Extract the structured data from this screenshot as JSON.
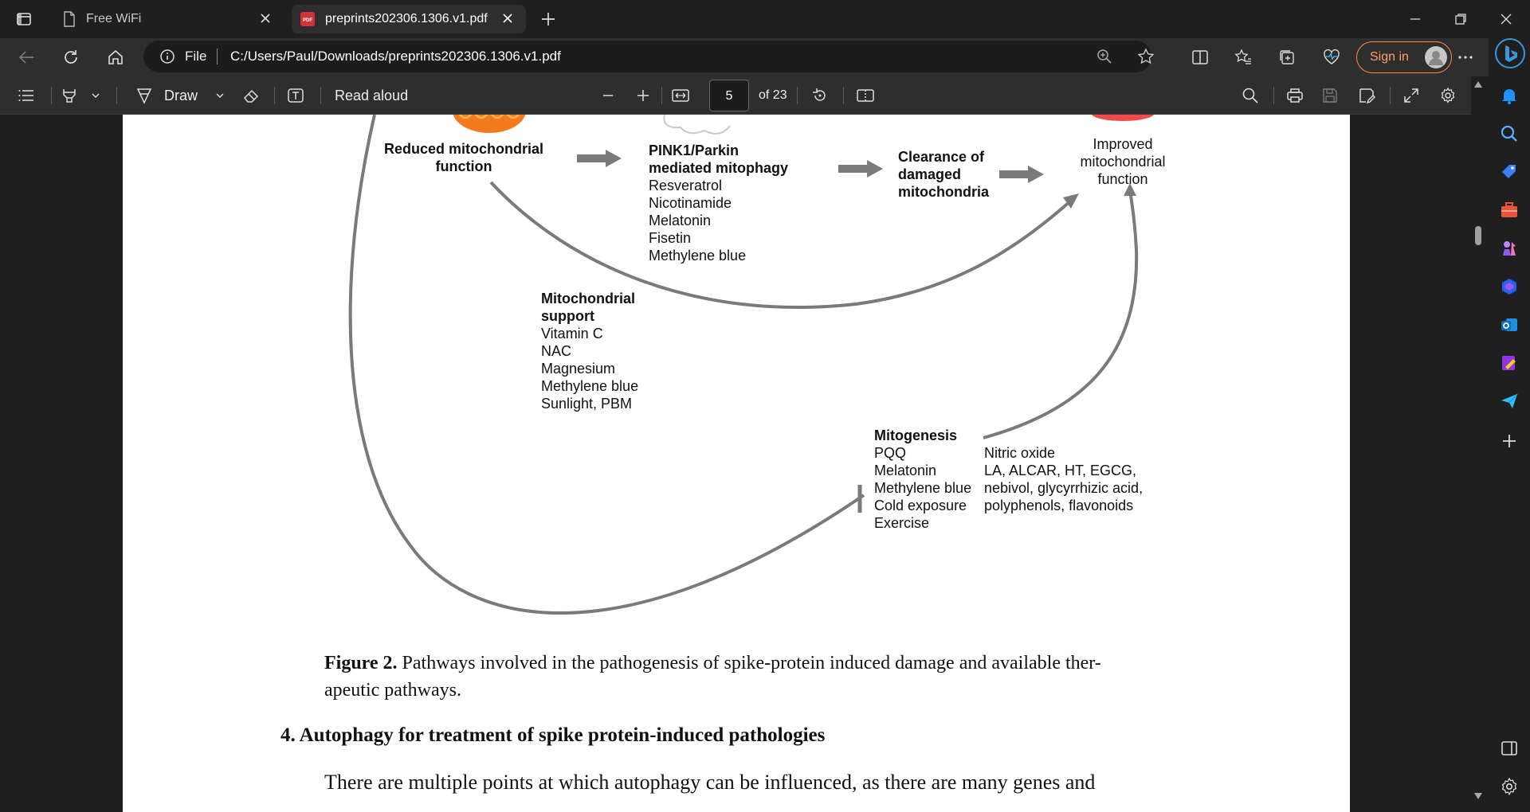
{
  "browser": {
    "tabs": [
      {
        "title": "Free WiFi"
      },
      {
        "title": "preprints202306.1306.v1.pdf"
      }
    ],
    "address": {
      "scheme_label": "File",
      "url": "C:/Users/Paul/Downloads/preprints202306.1306.v1.pdf"
    },
    "sign_in_label": "Sign in"
  },
  "pdf_toolbar": {
    "draw_label": "Draw",
    "read_aloud_label": "Read aloud",
    "page_number": "5",
    "page_total": "of 23"
  },
  "figure": {
    "reduced": [
      "Reduced mitochondrial",
      "function"
    ],
    "pink_title": [
      "PINK1/Parkin",
      "mediated mitophagy"
    ],
    "pink_items": [
      "Resveratrol",
      "Nicotinamide",
      "Melatonin",
      "Fisetin",
      "Methylene blue"
    ],
    "clearance": [
      "Clearance of",
      "damaged",
      "mitochondria"
    ],
    "improved": [
      "Improved",
      "mitochondrial",
      "function"
    ],
    "support_title": [
      "Mitochondrial",
      "support"
    ],
    "support_items": [
      "Vitamin C",
      "NAC",
      "Magnesium",
      "Methylene blue",
      "Sunlight, PBM"
    ],
    "mitogenesis_title": "Mitogenesis",
    "mitogenesis_items": [
      "PQQ",
      "Melatonin",
      "Methylene blue",
      "Cold exposure",
      "Exercise"
    ],
    "nitric_items": [
      "Nitric oxide",
      "LA, ALCAR, HT, EGCG,",
      "nebivol, glycyrrhizic acid,",
      "polyphenols, flavonoids"
    ]
  },
  "document": {
    "caption_label": "Figure 2.",
    "caption_line1": "Pathways involved in the pathogenesis of spike-protein induced damage and available ther-",
    "caption_line2": "apeutic pathways.",
    "section_heading": "4. Autophagy for treatment of spike protein-induced pathologies",
    "paragraph_line1": "There are multiple points at which autophagy can be influenced, as there are many genes and"
  },
  "colors": {
    "accent_signin": "#ff8a4c",
    "page_bg": "#ffffff",
    "chrome_bg": "#2e2e2e",
    "arrow_gray": "#7a7a7a"
  }
}
